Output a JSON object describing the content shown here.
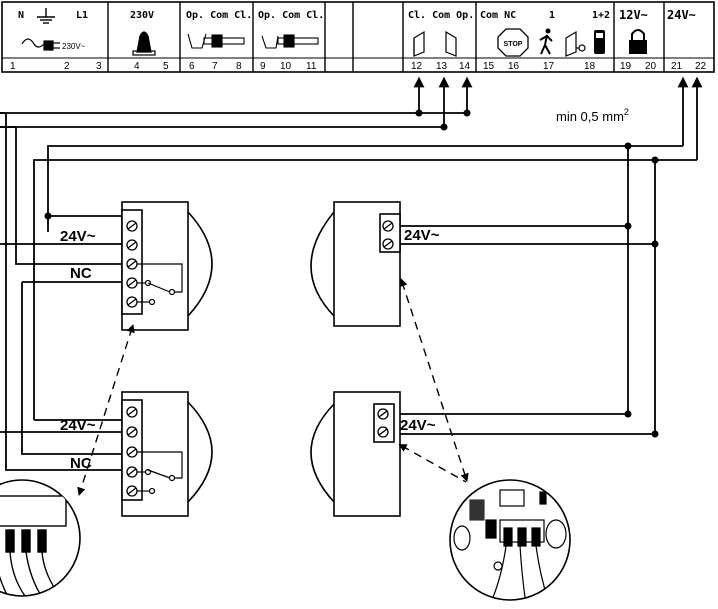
{
  "terminal_strip": {
    "groups": [
      {
        "header": "N",
        "numbers": [
          "1"
        ]
      },
      {
        "header": "L1",
        "numbers": [
          "2",
          "3"
        ]
      },
      {
        "header": "230V",
        "numbers": [
          "4",
          "5"
        ]
      },
      {
        "header": "Op. Com Cl.",
        "numbers": [
          "6",
          "7",
          "8"
        ]
      },
      {
        "header": "Op. Com Cl.",
        "numbers": [
          "9",
          "10",
          "11"
        ]
      },
      {
        "header": "Cl. Com Op.",
        "numbers": [
          "12",
          "13",
          "14"
        ]
      },
      {
        "header": "Com NC",
        "numbers": [
          "15",
          "16"
        ]
      },
      {
        "header": "1",
        "numbers": [
          "17"
        ]
      },
      {
        "header": "1+2",
        "numbers": [
          "18"
        ]
      },
      {
        "header": "12V~",
        "numbers": [
          "19",
          "20"
        ]
      },
      {
        "header": "24V~",
        "numbers": [
          "21",
          "22"
        ]
      }
    ],
    "supply_label": "230V~",
    "stop_label": "STOP"
  },
  "note": {
    "min_section": "min 0,5 mm",
    "superscript": "2"
  },
  "devices": {
    "tx_upper": {
      "voltage": "24V~",
      "contact": "NC"
    },
    "tx_lower": {
      "voltage": "24V~",
      "contact": "NC"
    },
    "rx_upper": {
      "voltage": "24V~"
    },
    "rx_lower": {
      "voltage": "24V~"
    }
  },
  "colors": {
    "line": "#000000",
    "background": "#ffffff"
  }
}
